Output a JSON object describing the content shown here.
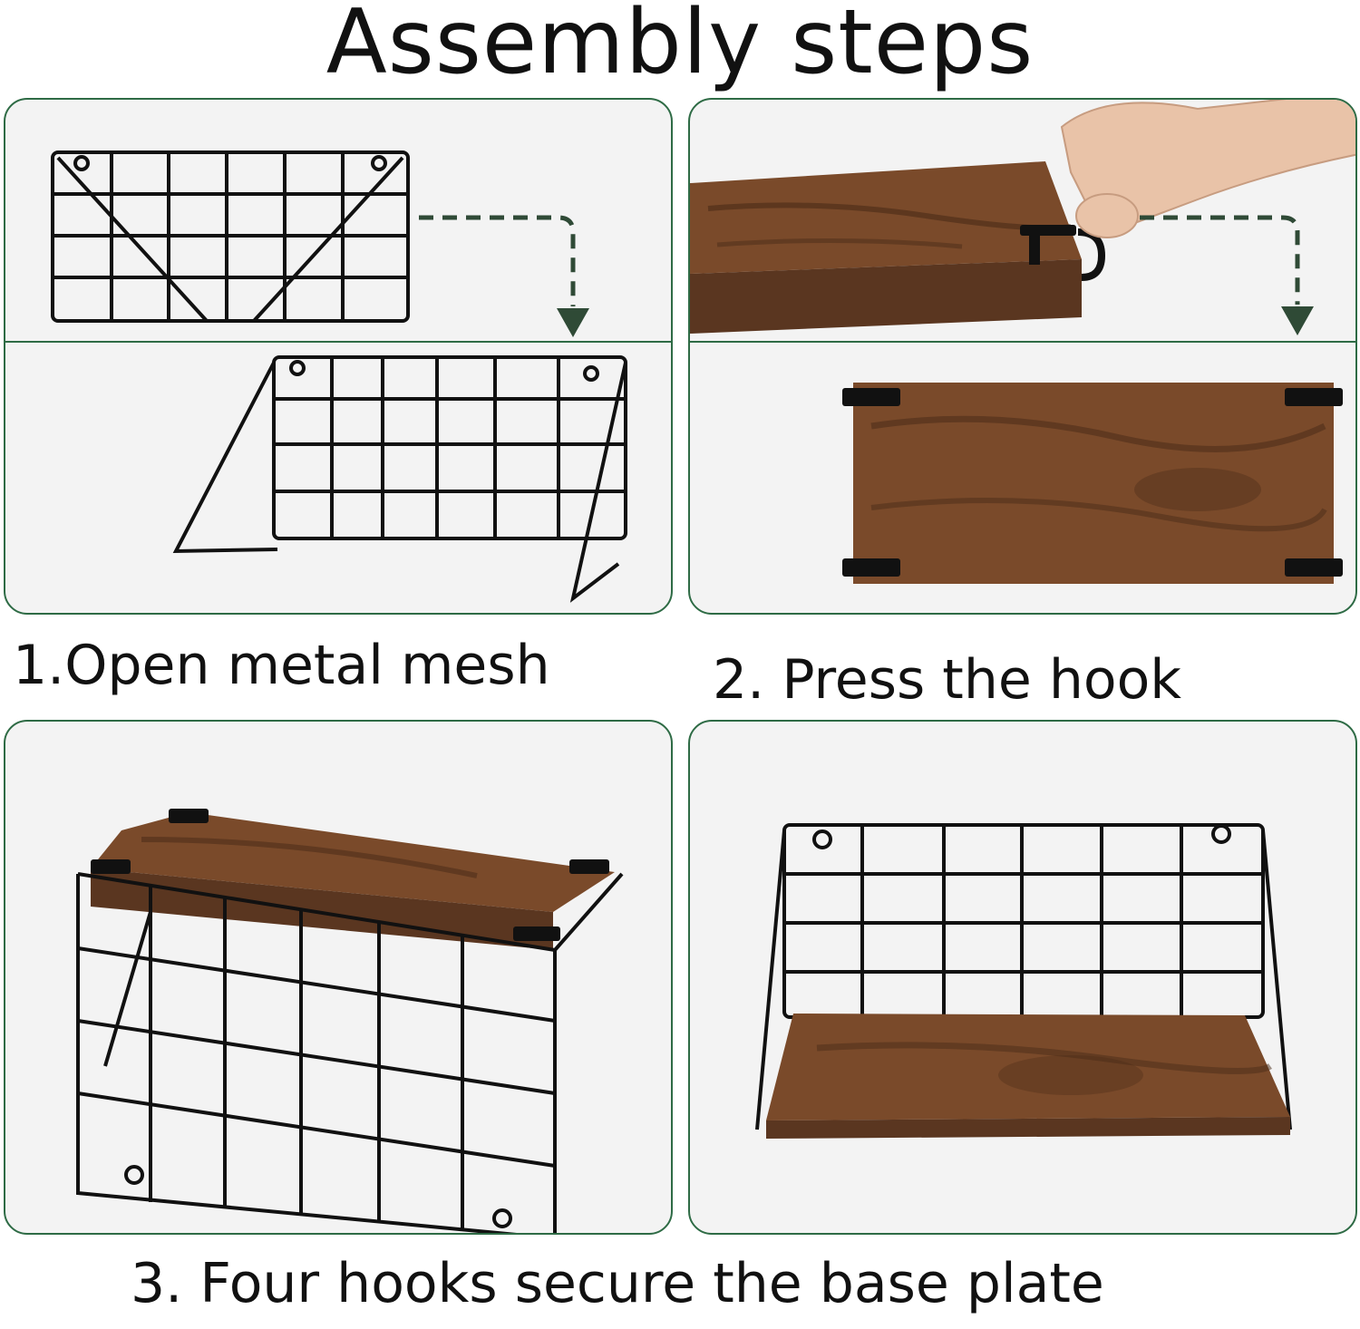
{
  "title": "Assembly steps",
  "steps": [
    {
      "number": "1",
      "label": "1.Open metal mesh"
    },
    {
      "number": "2",
      "label": "2. Press the hook"
    },
    {
      "number": "3",
      "label": "3. Four hooks secure the base plate"
    }
  ],
  "colors": {
    "frame_border": "#2e6b45",
    "arrow": "#2f4a36",
    "panel_bg": "#f3f3f3",
    "wire": "#111111",
    "wood": "#7a4a2a",
    "wood_dark": "#4a2c18"
  },
  "icons": [
    "dashed-arrow-icon",
    "hand-icon"
  ]
}
